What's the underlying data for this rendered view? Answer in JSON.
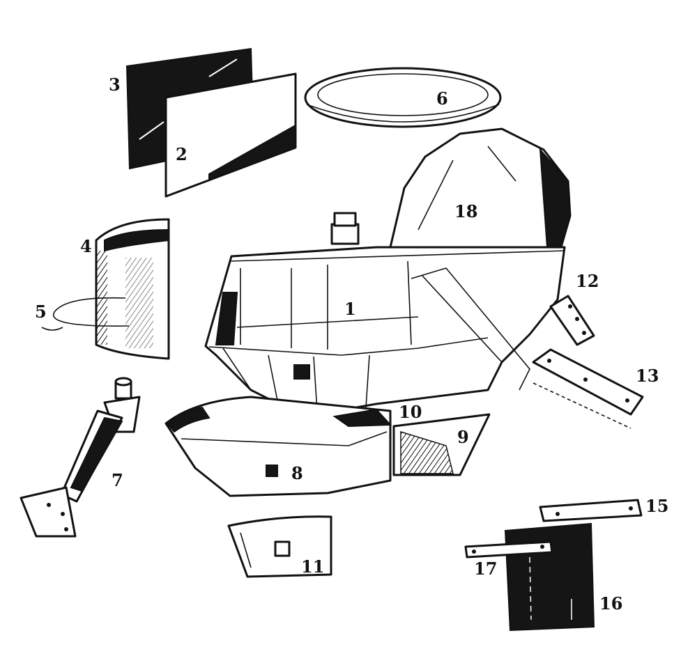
{
  "diagram": {
    "background": "#ffffff",
    "ink": "#111111",
    "callouts": [
      {
        "id": "part-1",
        "text": "1"
      },
      {
        "id": "part-2",
        "text": "2"
      },
      {
        "id": "part-3",
        "text": "3"
      },
      {
        "id": "part-4",
        "text": "4"
      },
      {
        "id": "part-5",
        "text": "5"
      },
      {
        "id": "part-6",
        "text": "6"
      },
      {
        "id": "part-7",
        "text": "7"
      },
      {
        "id": "part-8",
        "text": "8"
      },
      {
        "id": "part-9",
        "text": "9"
      },
      {
        "id": "part-10",
        "text": "10"
      },
      {
        "id": "part-11",
        "text": "11"
      },
      {
        "id": "part-12",
        "text": "12"
      },
      {
        "id": "part-13",
        "text": "13"
      },
      {
        "id": "part-15",
        "text": "15"
      },
      {
        "id": "part-16",
        "text": "16"
      },
      {
        "id": "part-17",
        "text": "17"
      },
      {
        "id": "part-18",
        "text": "18"
      }
    ]
  }
}
